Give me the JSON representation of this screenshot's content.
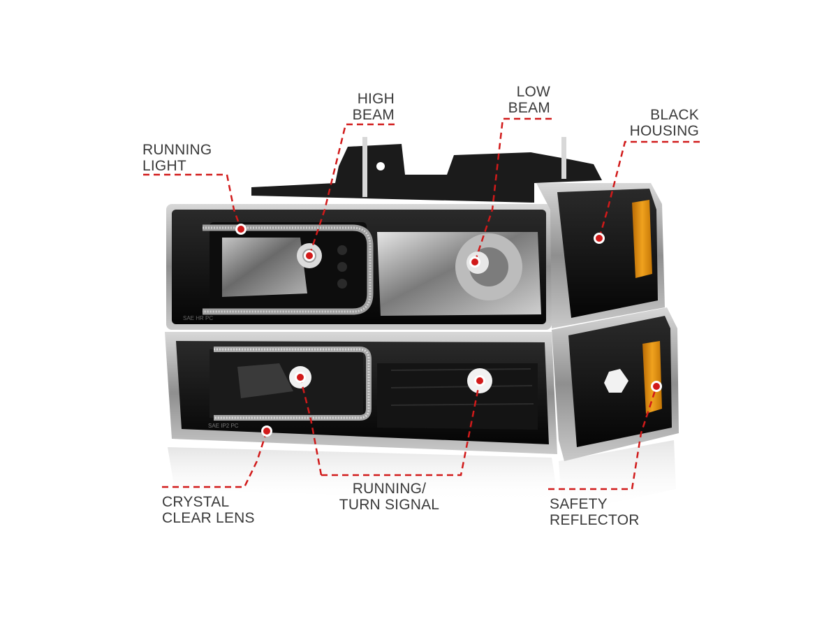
{
  "colors": {
    "callout": "#d11a1a",
    "housing": "#141414",
    "chrome": "#9a9a9a",
    "amber": "#d98a12",
    "text": "#3a3a3a"
  },
  "callouts": {
    "running_light": [
      "RUNNING",
      "LIGHT"
    ],
    "high_beam": [
      "HIGH",
      "BEAM"
    ],
    "low_beam": [
      "LOW",
      "BEAM"
    ],
    "black_housing": [
      "BLACK",
      "HOUSING"
    ],
    "crystal_clear_lens": [
      "CRYSTAL",
      "CLEAR LENS"
    ],
    "running_turn_signal": [
      "RUNNING/",
      "TURN SIGNAL"
    ],
    "safety_reflector": [
      "SAFETY",
      "REFLECTOR"
    ]
  },
  "lens_markings": [
    "SAE HR PC",
    "SAE IP2 PC"
  ],
  "icons": [
    "headlight-assembly-illustration",
    "callout-dot"
  ]
}
